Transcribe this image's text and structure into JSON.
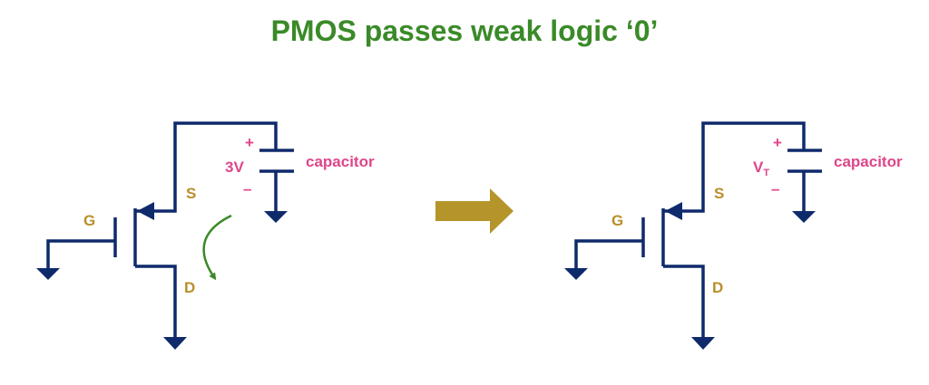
{
  "title": "PMOS passes weak logic ‘0’",
  "colors": {
    "wire": "#0f2a6b",
    "terminal_label": "#b8902a",
    "capacitor_label": "#e0458a",
    "title": "#3a8a28",
    "arrow": "#b5952a",
    "flow_arrow": "#3a8a28"
  },
  "left_circuit": {
    "gate_label": "G",
    "source_label": "S",
    "drain_label": "D",
    "cap_plus": "+",
    "cap_minus": "–",
    "cap_voltage": "3V",
    "cap_label": "capacitor"
  },
  "right_circuit": {
    "gate_label": "G",
    "source_label": "S",
    "drain_label": "D",
    "cap_plus": "+",
    "cap_minus": "–",
    "cap_voltage_main": "V",
    "cap_voltage_sub": "T",
    "cap_label": "capacitor"
  },
  "transition_arrow": "right-arrow-icon"
}
